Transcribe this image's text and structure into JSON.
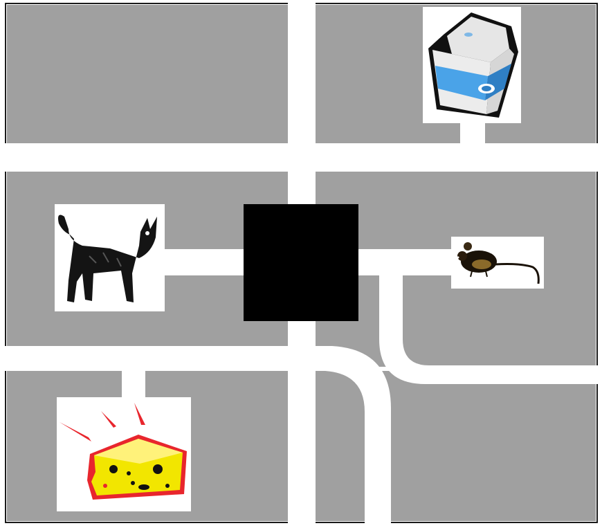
{
  "colors": {
    "block": "#a0a0a0",
    "path": "#ffffff",
    "border": "#1a1a1a",
    "center_block": "#000000",
    "milk_blue": "#4aa3e8",
    "cheese_yellow": "#f2e600",
    "cheese_outline": "#e8262d"
  },
  "maze": {
    "description": "",
    "center_obstacle": "black-square"
  },
  "items": [
    {
      "id": "milk",
      "icon": "milk-carton-icon"
    },
    {
      "id": "cat",
      "icon": "cat-icon"
    },
    {
      "id": "mouse",
      "icon": "mouse-icon"
    },
    {
      "id": "cheese",
      "icon": "cheese-icon"
    }
  ]
}
